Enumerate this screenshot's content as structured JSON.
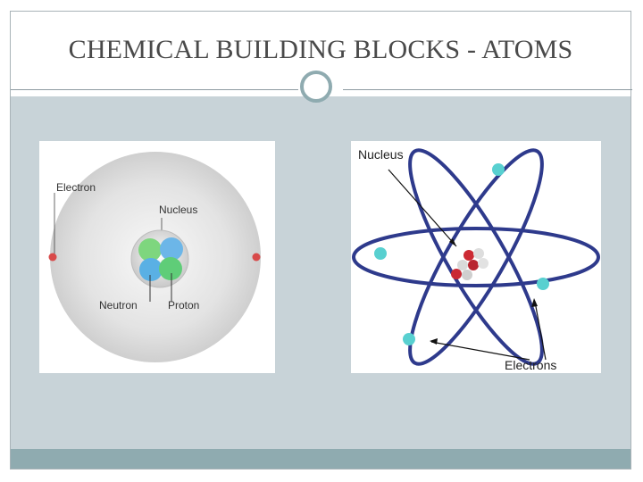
{
  "slide": {
    "title": "CHEMICAL BUILDING BLOCKS - ATOMS"
  },
  "left_diagram": {
    "labels": {
      "electron": "Electron",
      "nucleus": "Nucleus",
      "neutron": "Neutron",
      "proton": "Proton"
    }
  },
  "right_diagram": {
    "labels": {
      "nucleus": "Nucleus",
      "electrons": "Electrons"
    }
  },
  "colors": {
    "accent": "#8fabb0",
    "slide_background": "#c8d3d8",
    "orbit": "#2e3a8c",
    "electron_right": "#58d0d0",
    "electron_left": "#d84a4a"
  }
}
